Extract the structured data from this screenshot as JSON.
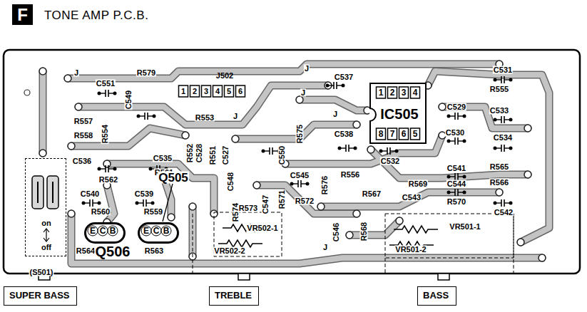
{
  "diagram": {
    "title": "TONE AMP P.C.B.",
    "nodes": [
      {
        "text": [
          "F"
        ]
      },
      {
        "text": [
          "J502",
          "1",
          "2",
          "3",
          "4",
          "5",
          "6"
        ]
      },
      {
        "text": [
          "1",
          "2",
          "3",
          "4",
          "IC505",
          "8",
          "7",
          "6",
          "5"
        ]
      },
      {
        "text": [
          "on",
          "off"
        ]
      },
      {
        "text": [
          "E",
          "C",
          "B"
        ]
      },
      {
        "text": [
          "E",
          "C",
          "B"
        ]
      },
      {
        "text": [
          "SUPER BASS"
        ]
      },
      {
        "text": [
          "TREBLE"
        ]
      },
      {
        "text": [
          "BASS"
        ]
      }
    ],
    "labels": [
      "R579",
      "C551",
      "C549",
      "J",
      "R557",
      "R558",
      "R554",
      "R553",
      "J",
      "C536",
      "R562",
      "C535",
      "R561",
      "R552",
      "C528",
      "R551",
      "C527",
      "C548",
      "C550",
      "R575",
      "J",
      "J",
      "C537",
      "C538",
      "J",
      "C545",
      "R576",
      "R556",
      "C532",
      "R574",
      "R573",
      "C547",
      "R571",
      "R572",
      "R567",
      "C546",
      "R568",
      "J",
      "C540",
      "R560",
      "C539",
      "R559",
      "R564",
      "R563",
      "Q506",
      "Q505",
      "VR502-1",
      "VR502-2",
      "C529",
      "C530",
      "C541",
      "R569",
      "C544",
      "C543",
      "R570",
      "VR501-1",
      "VR501-2",
      "C531",
      "R555",
      "C533",
      "C534",
      "R565",
      "R566",
      "C542",
      "(S501)"
    ]
  }
}
